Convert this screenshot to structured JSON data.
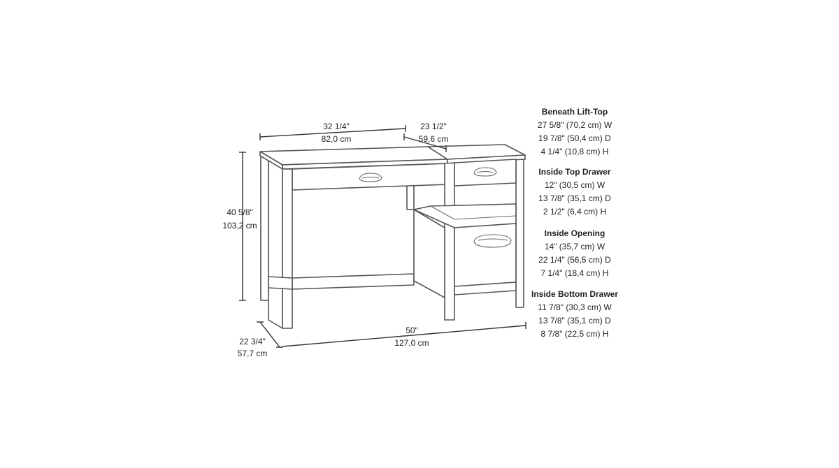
{
  "dimensions": {
    "width_top": [
      "32 1/4\"",
      "82,0 cm"
    ],
    "depth_top": [
      "23 1/2\"",
      "59,6 cm"
    ],
    "height": [
      "40 5/8\"",
      "103,2 cm"
    ],
    "depth_base": [
      "22 3/4\"",
      "57,7 cm"
    ],
    "width_base": [
      "50\"",
      "127,0 cm"
    ]
  },
  "specs": [
    {
      "title": "Beneath Lift-Top",
      "lines": [
        "27 5/8\" (70,2 cm) W",
        "19 7/8\" (50,4 cm) D",
        "4 1/4\" (10,8 cm) H"
      ]
    },
    {
      "title": "Inside Top Drawer",
      "lines": [
        "12\" (30,5 cm) W",
        "13 7/8\" (35,1 cm) D",
        "2 1/2\" (6,4 cm) H"
      ]
    },
    {
      "title": "Inside Opening",
      "lines": [
        "14\" (35,7 cm) W",
        "22 1/4\" (56,5 cm) D",
        "7 1/4\" (18,4 cm) H"
      ]
    },
    {
      "title": "Inside Bottom Drawer",
      "lines": [
        "11 7/8\" (30,3 cm) W",
        "13 7/8\" (35,1 cm) D",
        "8 7/8\" (22,5 cm) H"
      ]
    }
  ]
}
